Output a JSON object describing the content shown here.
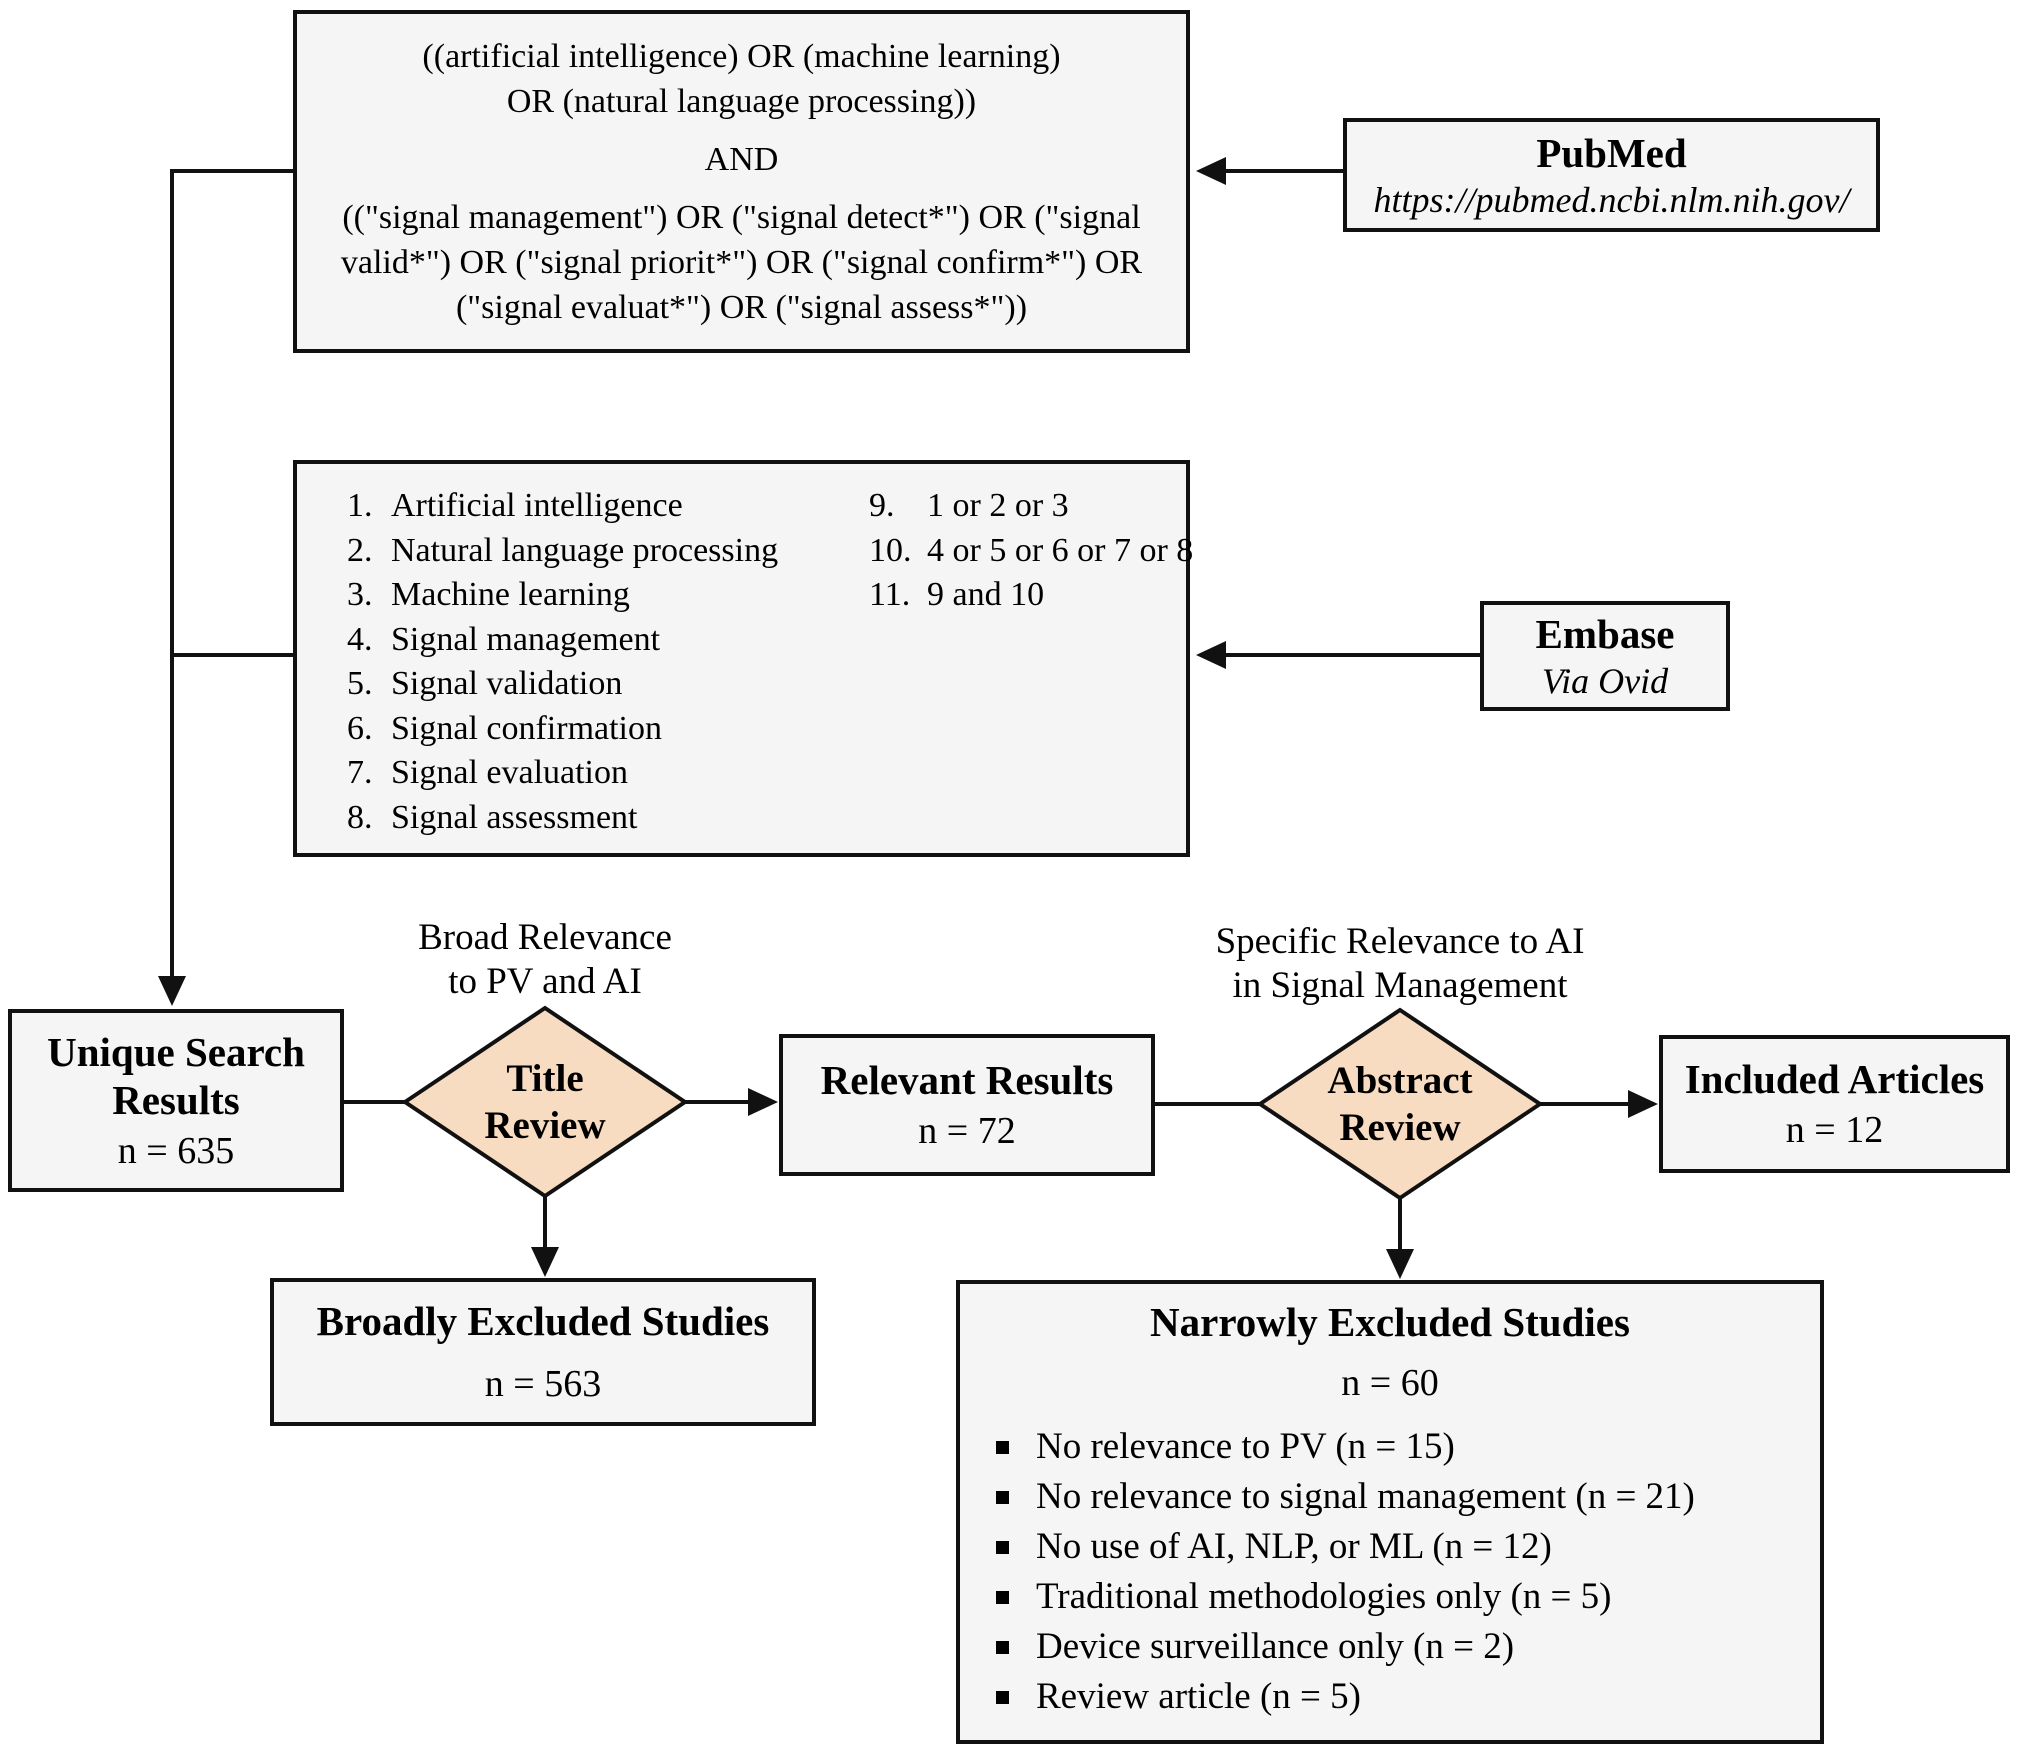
{
  "colors": {
    "box_fill": "#f5f5f5",
    "box_border": "#111111",
    "diamond_fill": "#f8dcc2",
    "line": "#111111",
    "text": "#000000",
    "background": "#ffffff"
  },
  "query_box": {
    "line1": "((artificial intelligence) OR (machine learning)",
    "line2": "OR (natural language processing))",
    "operator": "AND",
    "line3": "((\"signal management\") OR (\"signal detect*\") OR (\"signal",
    "line4": "valid*\") OR (\"signal priorit*\") OR (\"signal confirm*\") OR",
    "line5": "(\"signal evaluat*\") OR (\"signal assess*\"))"
  },
  "pubmed_box": {
    "title": "PubMed",
    "subtitle": "https://pubmed.ncbi.nlm.nih.gov/"
  },
  "embase_box": {
    "title": "Embase",
    "subtitle": "Via Ovid"
  },
  "terms_box": {
    "left_items": [
      {
        "num": "1.",
        "text": "Artificial intelligence"
      },
      {
        "num": "2.",
        "text": "Natural language processing"
      },
      {
        "num": "3.",
        "text": "Machine learning"
      },
      {
        "num": "4.",
        "text": "Signal management"
      },
      {
        "num": "5.",
        "text": "Signal validation"
      },
      {
        "num": "6.",
        "text": "Signal confirmation"
      },
      {
        "num": "7.",
        "text": "Signal evaluation"
      },
      {
        "num": "8.",
        "text": "Signal assessment"
      }
    ],
    "right_items": [
      {
        "num": "9.",
        "text": "1 or 2 or 3"
      },
      {
        "num": "10.",
        "text": "4 or 5 or 6 or 7 or 8"
      },
      {
        "num": "11.",
        "text": "9 and 10"
      }
    ]
  },
  "unique_box": {
    "title_line1": "Unique Search",
    "title_line2": "Results",
    "count": "n = 635"
  },
  "title_review": {
    "annotation_line1": "Broad Relevance",
    "annotation_line2": "to PV and AI",
    "label_line1": "Title",
    "label_line2": "Review"
  },
  "relevant_box": {
    "title": "Relevant Results",
    "count": "n = 72"
  },
  "abstract_review": {
    "annotation_line1": "Specific Relevance to AI",
    "annotation_line2": "in Signal Management",
    "label_line1": "Abstract",
    "label_line2": "Review"
  },
  "included_box": {
    "title": "Included Articles",
    "count": "n = 12"
  },
  "broadly_box": {
    "title": "Broadly Excluded Studies",
    "count": "n = 563"
  },
  "narrowly_box": {
    "title": "Narrowly Excluded Studies",
    "count": "n = 60",
    "items": [
      "No relevance to PV (n = 15)",
      "No relevance to signal management (n = 21)",
      "No use of AI, NLP, or ML (n = 12)",
      "Traditional methodologies only (n = 5)",
      "Device surveillance only (n = 2)",
      "Review article (n = 5)"
    ]
  }
}
